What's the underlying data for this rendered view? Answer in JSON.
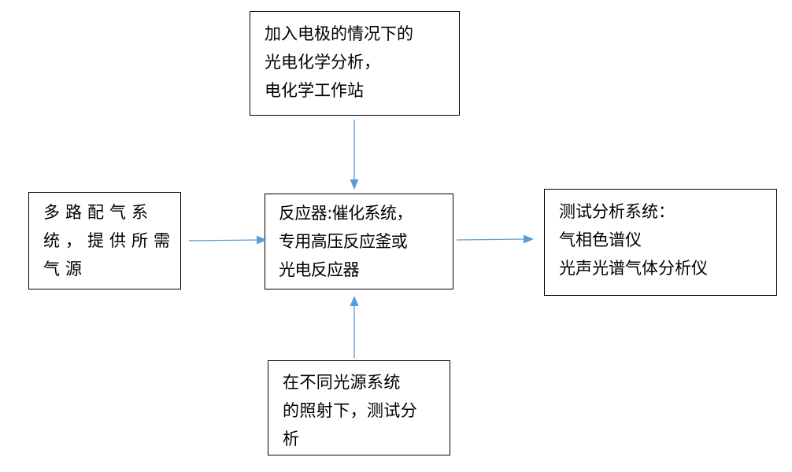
{
  "diagram": {
    "top_box": {
      "lines": [
        "加入电极的情况下的",
        "光电化学分析，",
        "电化学工作站"
      ]
    },
    "left_box": {
      "lines": [
        "多路配气系",
        "统，提供所需",
        "气源"
      ]
    },
    "center_box": {
      "lines": [
        "反应器:催化系统，",
        "专用高压反应釜或",
        "光电反应器"
      ]
    },
    "right_box": {
      "lines": [
        "测试分析系统：",
        "气相色谱仪",
        "光声光谱气体分析仪"
      ]
    },
    "bottom_box": {
      "lines": [
        "在不同光源系统",
        "的照射下，测试分",
        "析"
      ]
    },
    "arrow_color": "#5b9bd5",
    "border_color": "#000000"
  }
}
